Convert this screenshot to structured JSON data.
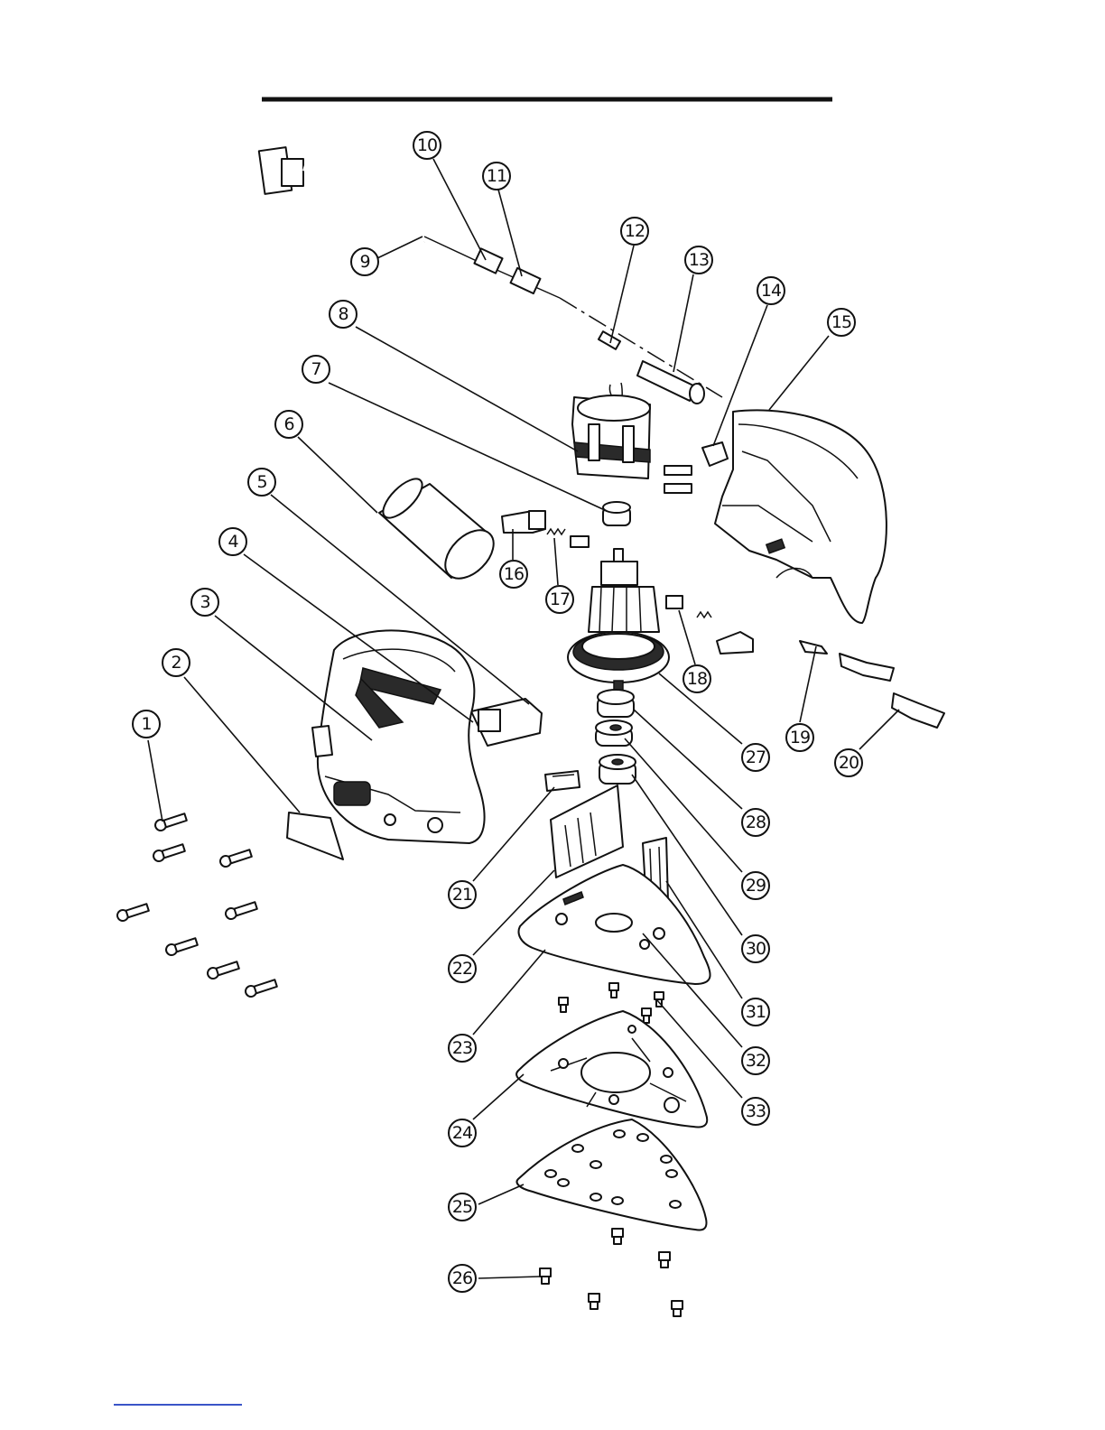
{
  "diagram": {
    "callouts": [
      "1",
      "2",
      "3",
      "4",
      "5",
      "6",
      "7",
      "8",
      "9",
      "10",
      "11",
      "12",
      "13",
      "14",
      "15",
      "16",
      "17",
      "18",
      "19",
      "20",
      "21",
      "22",
      "23",
      "24",
      "25",
      "26",
      "27",
      "28",
      "29",
      "30",
      "31",
      "32",
      "33"
    ]
  },
  "colors": {
    "ink": "#111111",
    "paper": "#ffffff",
    "link": "#3a55c8"
  }
}
